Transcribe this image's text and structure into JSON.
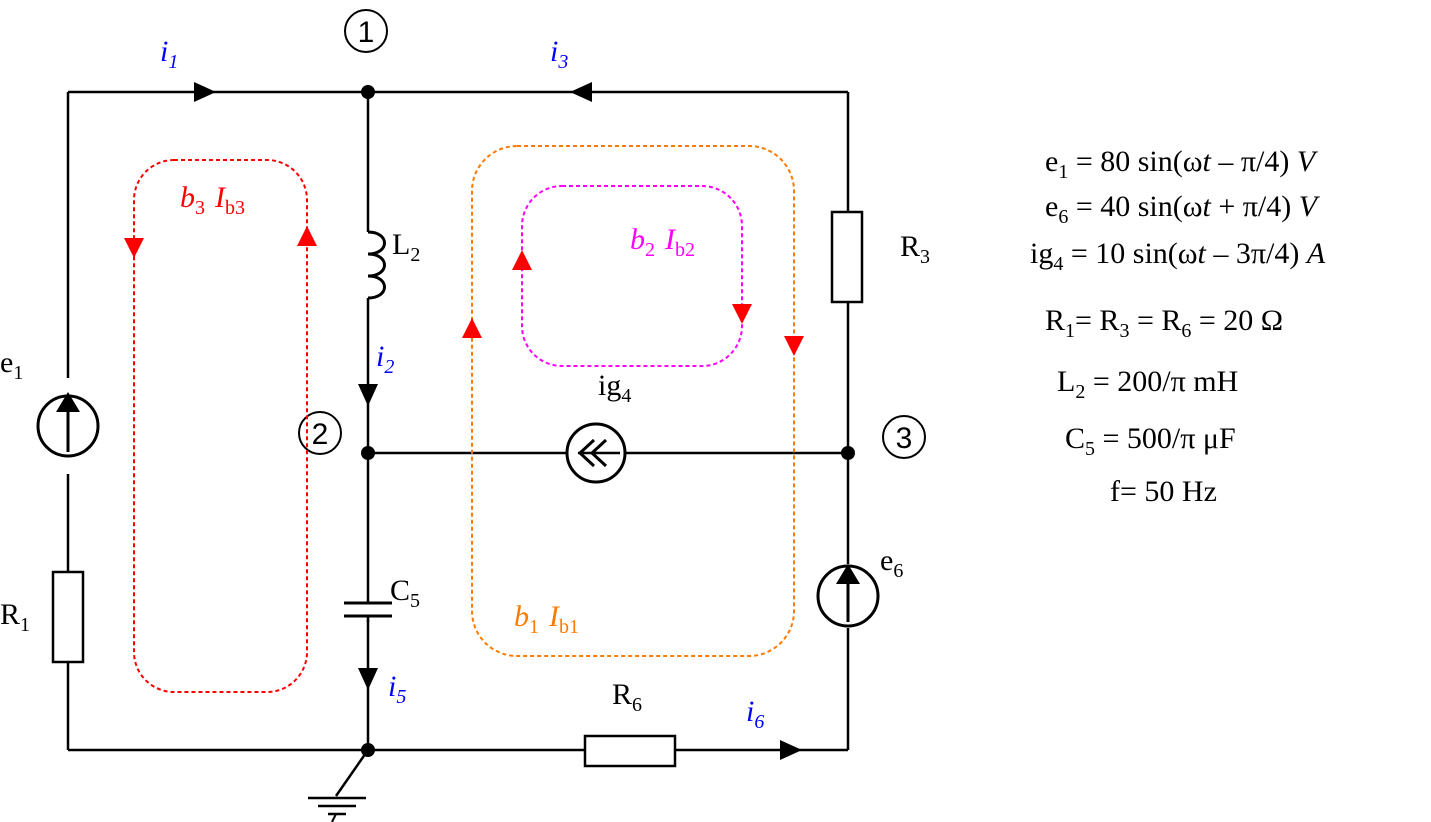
{
  "nodes": {
    "n1": "1",
    "n2": "2",
    "n3": "3"
  },
  "currents": {
    "i1": {
      "base": "i",
      "sub": "1"
    },
    "i2": {
      "base": "i",
      "sub": "2"
    },
    "i3": {
      "base": "i",
      "sub": "3"
    },
    "i5": {
      "base": "i",
      "sub": "5"
    },
    "i6": {
      "base": "i",
      "sub": "6"
    }
  },
  "components": {
    "e1": {
      "base": "e",
      "sub": "1"
    },
    "e6": {
      "base": "e",
      "sub": "6"
    },
    "R1": {
      "base": "R",
      "sub": "1"
    },
    "R3": {
      "base": "R",
      "sub": "3"
    },
    "R6": {
      "base": "R",
      "sub": "6"
    },
    "L2": {
      "base": "L",
      "sub": "2"
    },
    "C5": {
      "base": "C",
      "sub": "5"
    },
    "ig4": {
      "base": "ig",
      "sub": "4"
    }
  },
  "loops": {
    "b1": {
      "base": "b",
      "sub": "1",
      "cur": "I",
      "cur_sub": "b1"
    },
    "b2": {
      "base": "b",
      "sub": "2",
      "cur": "I",
      "cur_sub": "b2"
    },
    "b3": {
      "base": "b",
      "sub": "3",
      "cur": "I",
      "cur_sub": "b3"
    }
  },
  "equations": {
    "e1": {
      "a": "e",
      "a_sub": "1",
      "b": " = 80 sin(ω",
      "t": "t",
      "c": " – π/4) ",
      "unit": "V"
    },
    "e6": {
      "a": "e",
      "a_sub": "6",
      "b": " = 40 sin(ω",
      "t": "t",
      "c": " + π/4) ",
      "unit": "V"
    },
    "ig4": {
      "a": "ig",
      "a_sub": "4",
      "b": " = 10 sin(ω",
      "t": "t",
      "c": " – 3π/4) ",
      "unit": "A"
    },
    "R": {
      "p1": "R",
      "s1": "1",
      "p2": "= R",
      "s2": "3",
      "p3": " = R",
      "s3": "6",
      "p4": " = 20 Ω"
    },
    "L2": {
      "a": "L",
      "a_sub": "2",
      "b": " = 200/π mH"
    },
    "C5": {
      "a": "C",
      "a_sub": "5",
      "b": " = 500/π μF"
    },
    "f": "f= 50 Hz"
  },
  "colors": {
    "wire": "#000000",
    "current_label": "#0000ff",
    "loop_b1": "#ff7a00",
    "loop_b2": "#ff00ff",
    "loop_b3": "#ff0000"
  }
}
